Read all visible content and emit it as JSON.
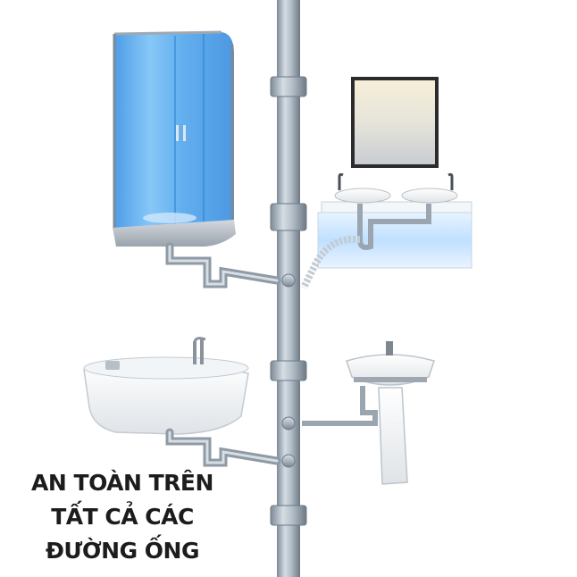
{
  "caption": {
    "line1": "AN TOÀN TRÊN",
    "line2": "TẤT CẢ CÁC",
    "line3": "ĐƯỜNG ỐNG"
  },
  "colors": {
    "background": "#ffffff",
    "pipe": "#a7b3bf",
    "shower_glass": "#5fb0f0",
    "caption_text": "#1c1c1c"
  },
  "objects": [
    "main-drain-pipe",
    "shower-cabin",
    "mirror",
    "double-vanity-sink",
    "bathtub",
    "pedestal-sink"
  ]
}
